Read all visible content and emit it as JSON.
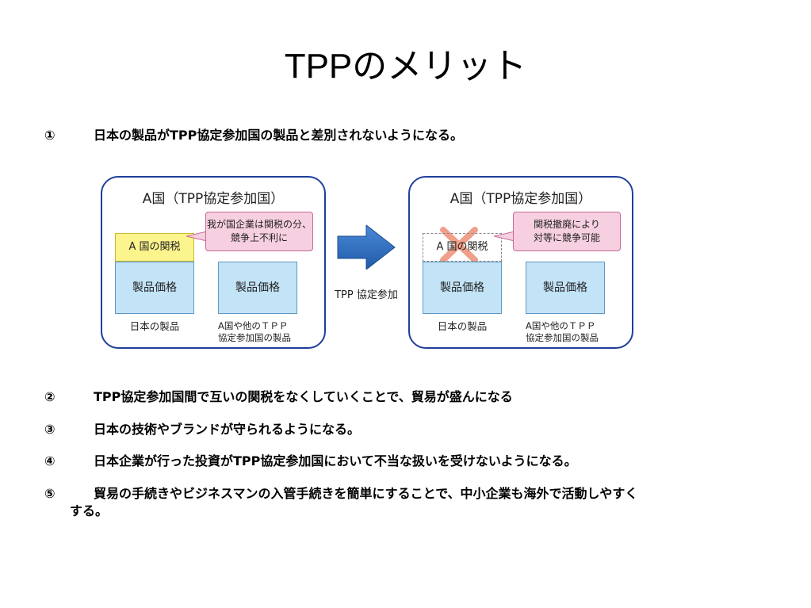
{
  "slide": {
    "title": "TPPのメリット",
    "points": [
      {
        "num": "①",
        "text": "日本の製品がTPP協定参加国の製品と差別されないようになる。"
      },
      {
        "num": "②",
        "text": "TPP協定参加国間で互いの関税をなくしていくことで、貿易が盛んになる"
      },
      {
        "num": "③",
        "text": "日本の技術やブランドが守られるようになる。"
      },
      {
        "num": "④",
        "text": "日本企業が行った投資がTPP協定参加国において不当な扱いを受けないようになる。"
      },
      {
        "num": "⑤",
        "text": "貿易の手続きやビジネスマンの入管手続きを簡単にすることで、中小企業も海外で活動しやすく",
        "cont": "する。"
      }
    ]
  },
  "figure": {
    "arrow_label": "TPP 協定参加",
    "arrow_color": "#2b6cc4",
    "left_panel": {
      "title": "A国（TPP協定参加国）",
      "tariff": "A 国の関税",
      "bubble": {
        "line1": "我が国企業は関税の分、",
        "line2": "競争上不利に"
      },
      "price_a": "製品価格",
      "price_b": "製品価格",
      "caption_a": "日本の製品",
      "caption_b_line1": "A国や他のＴＰＰ",
      "caption_b_line2": "協定参加国の製品"
    },
    "right_panel": {
      "title": "A国（TPP協定参加国）",
      "tariff": "A 国の関税",
      "bubble": {
        "line1": "関税撤廃により",
        "line2": "対等に競争可能"
      },
      "price_a": "製品価格",
      "price_b": "製品価格",
      "caption_a": "日本の製品",
      "caption_b_line1": "A国や他のＴＰＰ",
      "caption_b_line2": "協定参加国の製品"
    }
  },
  "colors": {
    "panel_border": "#1f3f9c",
    "tariff_fill": "#fcf48c",
    "price_fill": "#c3e3f7",
    "bubble_fill": "#f6cfe0",
    "cross": "#f0a08a"
  }
}
